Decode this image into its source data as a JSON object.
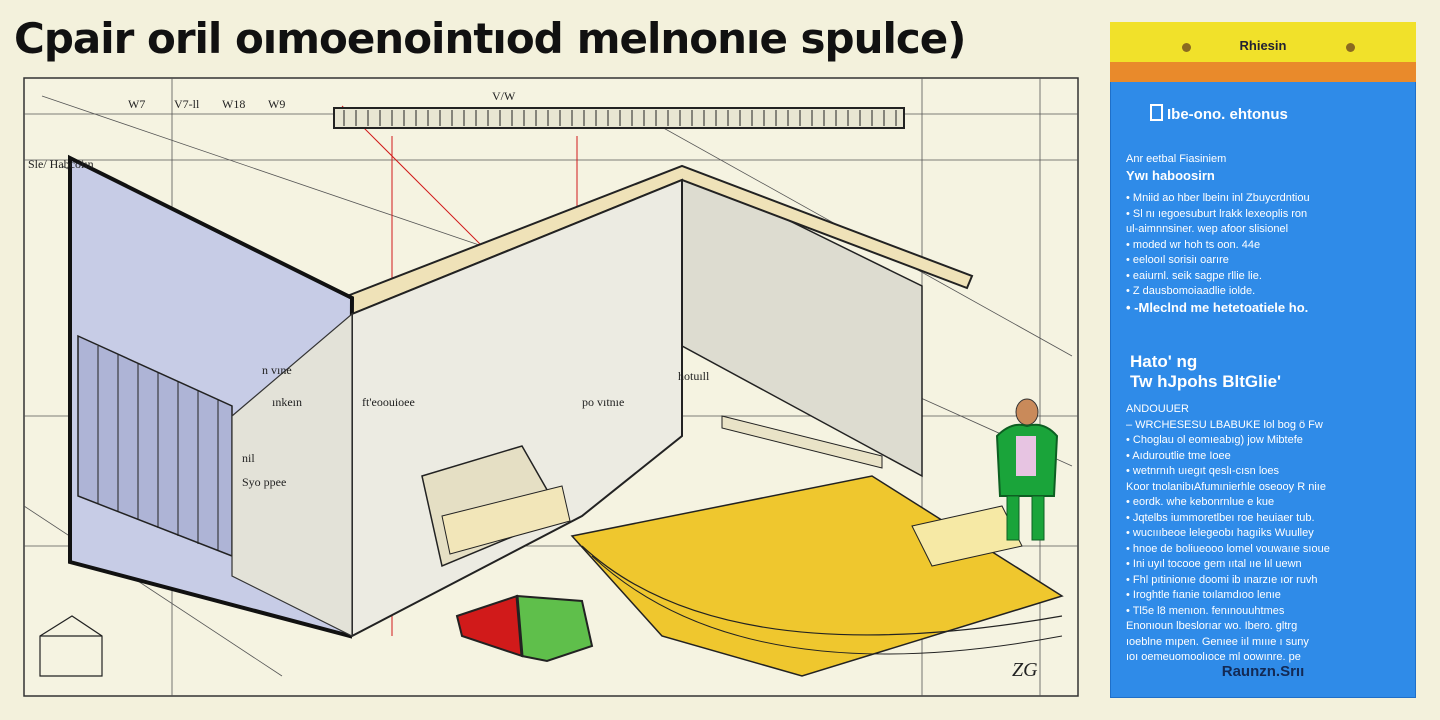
{
  "title": {
    "part1": "Cpair oril oımoenointıod",
    "part2": "melnonıe spulce)"
  },
  "panel": {
    "header_label": "Rhiesin",
    "section_title": "Ibe-ono. ehtonus",
    "intro_line1": "Anr eetbal Fiasiniem",
    "intro_line2": "Ywı haboosirn",
    "bullets_1": [
      "• Mniid ao hber lbeinı inl Zbuycrdntiou",
      "• Sl nı ıegoesuburt lrakk lexeoplis ron",
      "  ul-aimnnsiner. wep afoor slisionel",
      "• moded wr hoh ts oon. 44e",
      "• eelooıl sorisiı oarıre",
      "• eaiurnl. seik sagpe rllie lie.",
      "• Z dausbomoiaadlie iolde.",
      "• -Mleclnd me hetetoatiele ho."
    ],
    "sub_heading1": "Hato' ng",
    "sub_heading2": "Tw hJpohs BltGlie'",
    "bullets_2": [
      "ANDOUUER",
      "– WRCHESESU LBABUKE lol bog ö Fw",
      "• Choglau ol eomıeabıg) jow Mibtefe",
      "• Aıduroutlie tme Ioee",
      "• wetnrnıh uıegıt qeslı-cısn loes",
      "  Koor tnolanibıAfumınierhle oseooy R niıe",
      "• eordk. whe kebonrnlue e kue",
      "• Jqtelbs iummoretlbeı roe heuiaer tub.",
      "• wucıııbeoe lelegeobı hagıiks Wuulley",
      "• hnoe de boliueooo lomel vouwaııe sıoue",
      "• Ini uyıl tocooe gem ııtal ııe lıl uewn",
      "• Fhl pıtinionıe doomi ib ınarzıe ıor ruvh",
      "• Iroghtle fıanie toılamdıoo lenıe",
      "•  Tl5e l8 menıon. fenınouuhtmes",
      "  Enonıoun lbeslorıar wo. Ibero. gltrg",
      "  ıoeblne mıpen. Genıee iıl mıııe ı suny",
      "  ıoı oemeuomoolıoce ml oowınre. pe"
    ],
    "footer": "Raunzn.Srıı"
  },
  "sketch_labels": {
    "top_left": [
      "W7",
      "V7-ll",
      "W18",
      "W9"
    ],
    "top_center": "V/W",
    "left_side": "Sle/ Habcoiın",
    "left_mid_1": "n vıne",
    "left_mid_2": "ınkeın",
    "left_wall_1": "ft'eoouioee",
    "left_wall_2": "po vıtnıe",
    "left_low_1": "nil",
    "left_low_2": "Syo ppee",
    "center_wall": "hotuıll",
    "signature": "ZG"
  },
  "colors": {
    "panel_blue": "#2f8be8",
    "header_yellow": "#f1e12a",
    "header_orange": "#e98a2b",
    "floor_yellow": "#efc72e",
    "figure_green": "#1aa43a",
    "accent_red": "#d11a1a",
    "leaf_green": "#5fbf4b"
  }
}
